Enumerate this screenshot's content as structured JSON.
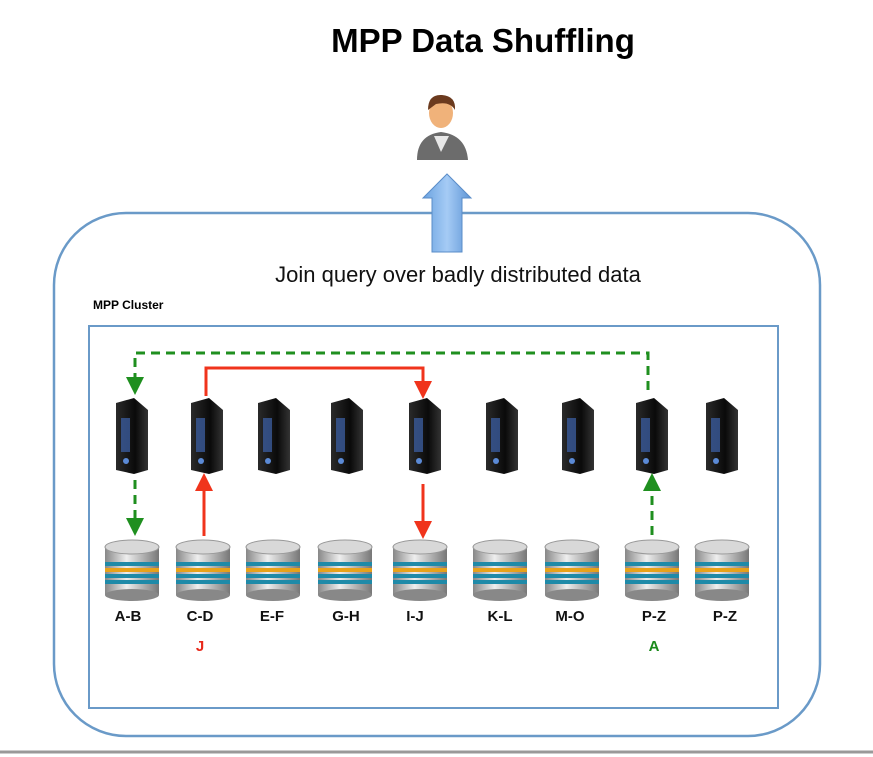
{
  "title": "MPP Data Shuffling",
  "caption": "Join query over badly distributed data",
  "cluster_label": "MPP Cluster",
  "nodes": [
    {
      "range": "A-B"
    },
    {
      "range": "C-D",
      "marker": "J",
      "marker_color": "#e8281a"
    },
    {
      "range": "E-F"
    },
    {
      "range": "G-H"
    },
    {
      "range": "I-J"
    },
    {
      "range": "K-L"
    },
    {
      "range": "M-O"
    },
    {
      "range": "P-Z",
      "marker": "A",
      "marker_color": "#1a8a1a"
    },
    {
      "range": "P-Z"
    }
  ],
  "colors": {
    "frame": "#6a9ac8",
    "red_flow": "#f0341c",
    "green_flow": "#1f8f1f",
    "up_arrow": "#7fb1e8"
  }
}
